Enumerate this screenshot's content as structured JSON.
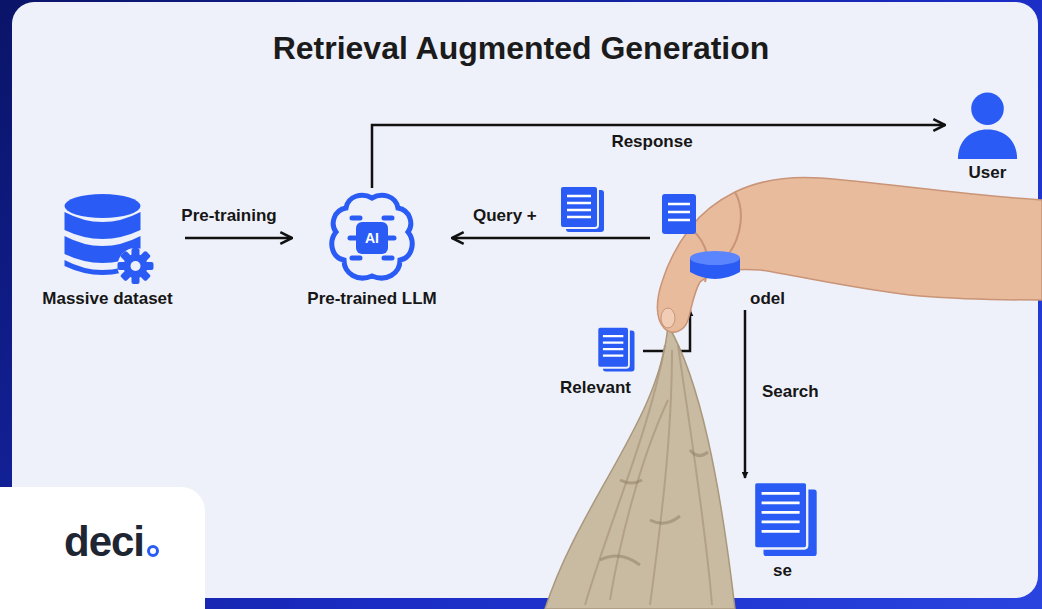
{
  "diagram": {
    "title": "Retrieval Augmented Generation",
    "nodes": [
      {
        "text": [
          "Massive dataset"
        ]
      },
      {
        "text": [
          "AI",
          "Pre-trained LLM"
        ]
      },
      {
        "text": [
          "User"
        ]
      },
      {
        "text": [
          "odel"
        ]
      },
      {
        "text": [
          "Relevant"
        ]
      },
      {
        "text": [
          "se"
        ]
      }
    ],
    "edges": [
      {
        "from": 0,
        "to": 1,
        "arrow": "to",
        "label": "Pre-training"
      },
      {
        "from": 1,
        "to": 2,
        "arrow": "to",
        "label": "Response"
      },
      {
        "from": 3,
        "to": 1,
        "arrow": "to",
        "label": "Query +"
      },
      {
        "from": 4,
        "to": 3,
        "arrow": "to"
      },
      {
        "from": 3,
        "to": 5,
        "arrow": "to",
        "label": "Search"
      }
    ],
    "labels": [
      "deci"
    ]
  }
}
